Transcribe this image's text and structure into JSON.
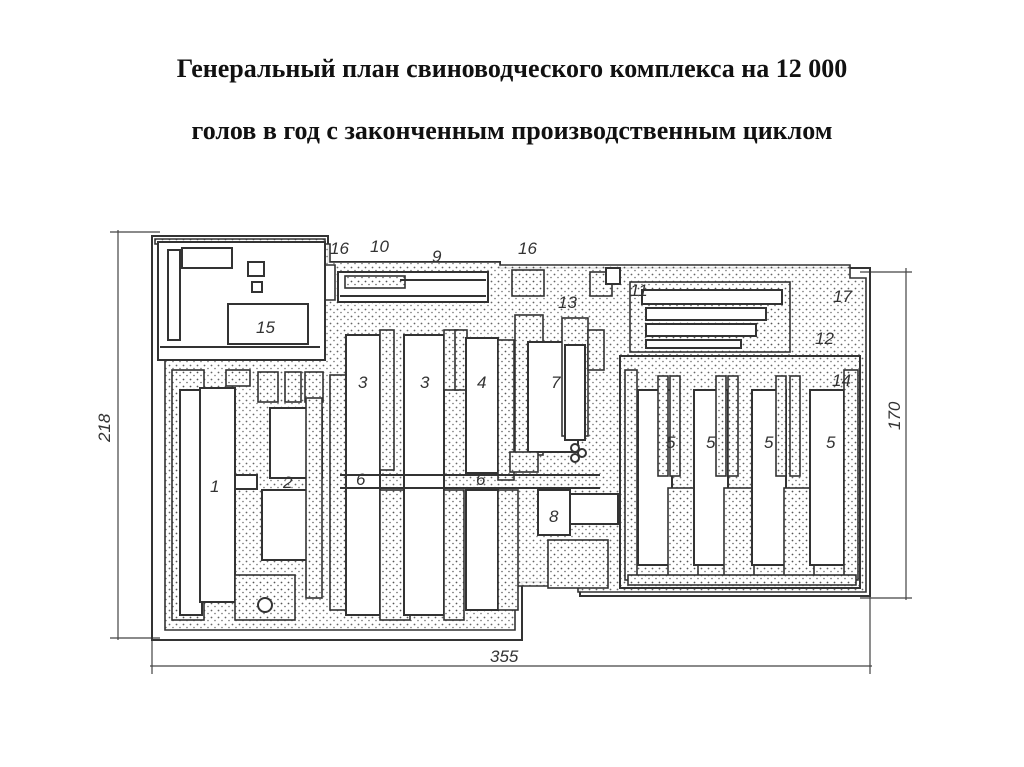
{
  "title": {
    "line1": "Генеральный план свиноводческого комплекса на 12 000",
    "line2": "голов в год с законченным производственным циклом"
  },
  "plan": {
    "dimensions": {
      "width": "355",
      "height_left": "218",
      "height_right": "170"
    },
    "labels": {
      "l1": "1",
      "l2": "2",
      "l3a": "3",
      "l3b": "3",
      "l4": "4",
      "l5a": "5",
      "l5b": "5",
      "l5c": "5",
      "l5d": "5",
      "l6a": "6",
      "l6b": "6",
      "l7": "7",
      "l8": "8",
      "l9": "9",
      "l10": "10",
      "l11": "11",
      "l12": "12",
      "l13": "13",
      "l14": "14",
      "l15": "15",
      "l16a": "16",
      "l16b": "16",
      "l17": "17"
    }
  }
}
